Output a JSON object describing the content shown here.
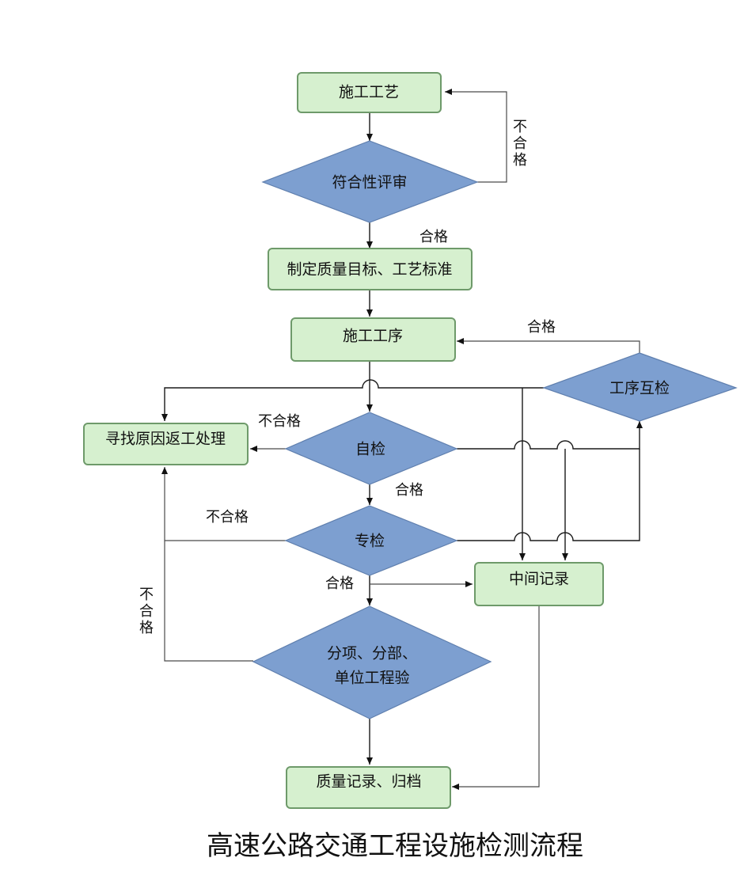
{
  "diagram": {
    "title": "高速公路交通工程设施检测流程",
    "nodes": {
      "process": "施工工艺",
      "conformity_review": "符合性评审",
      "standards": "制定质量目标、工艺标准",
      "procedure": "施工工序",
      "rework": "寻找原因返工处理",
      "self_check": "自检",
      "mutual_check": "工序互检",
      "special_check": "专检",
      "intermediate_record": "中间记录",
      "acceptance_line1": "分项、分部、",
      "acceptance_line2": "单位工程验",
      "archive": "质量记录、归档"
    },
    "labels": {
      "fail_review": [
        "不",
        "合",
        "格"
      ],
      "pass_review": "合格",
      "pass_mutual": "合格",
      "fail_self": "不合格",
      "pass_self": "合格",
      "fail_special": "不合格",
      "pass_special": "合格",
      "fail_acceptance": [
        "不",
        "合",
        "格"
      ]
    }
  }
}
